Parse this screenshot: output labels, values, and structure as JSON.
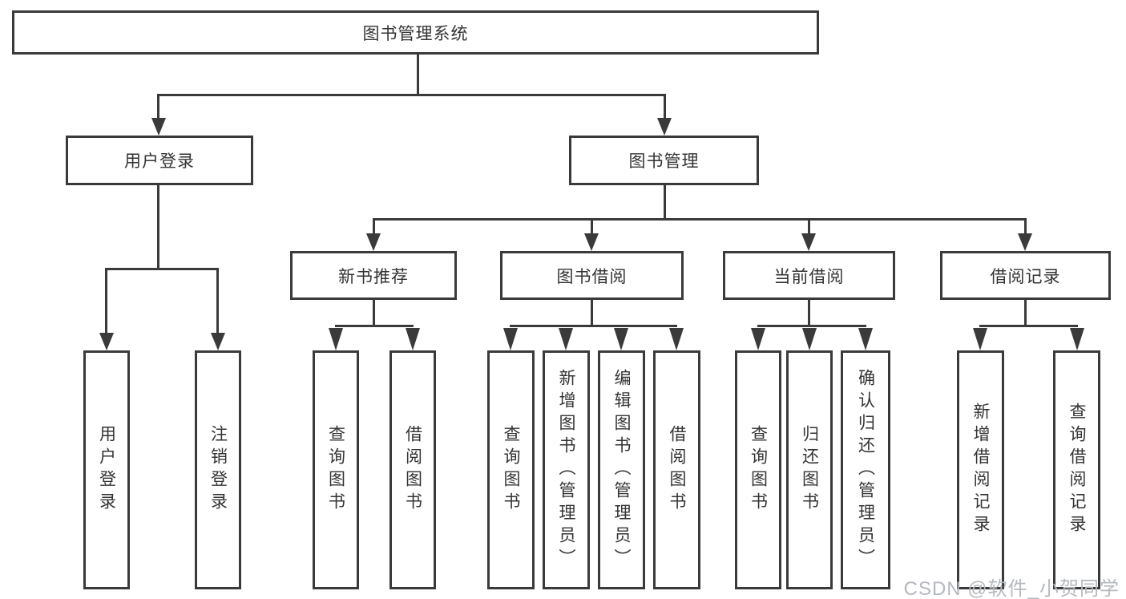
{
  "colors": {
    "line": "#3a3a3a",
    "text": "#333333",
    "watermark": "#b5b9be",
    "background": "#ffffff"
  },
  "watermark": "CSDN @软件_小贺同学",
  "tree": {
    "root": "图书管理系统",
    "branches": [
      {
        "label": "用户登录",
        "children": [
          "用户登录",
          "注销登录"
        ]
      },
      {
        "label": "图书管理",
        "sections": [
          {
            "label": "新书推荐",
            "children": [
              "查询图书",
              "借阅图书"
            ]
          },
          {
            "label": "图书借阅",
            "children": [
              "查询图书",
              "新增图书（管理员）",
              "编辑图书（管理员）",
              "借阅图书"
            ]
          },
          {
            "label": "当前借阅",
            "children": [
              "查询图书",
              "归还图书",
              "确认归还（管理员）"
            ]
          },
          {
            "label": "借阅记录",
            "children": [
              "新增借阅记录",
              "查询借阅记录"
            ]
          }
        ]
      }
    ]
  }
}
